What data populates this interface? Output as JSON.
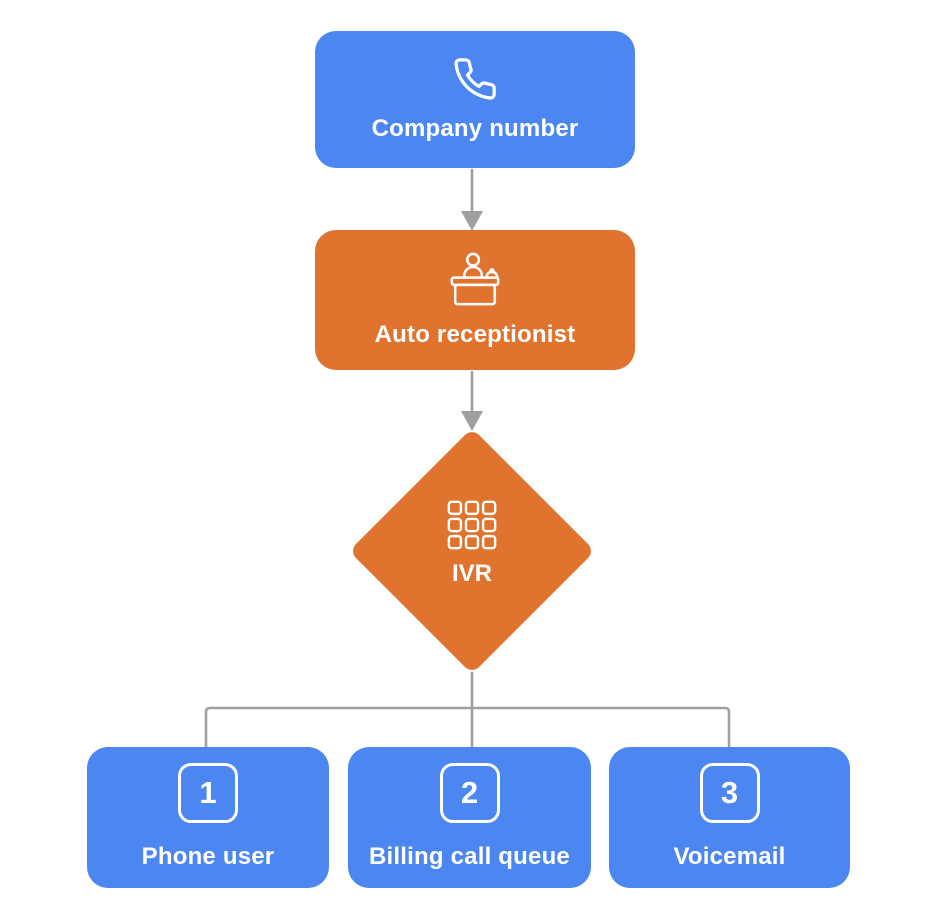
{
  "diagram": {
    "type": "flowchart",
    "colors": {
      "node_blue": "#4c86f0",
      "node_orange": "#e0732e",
      "connector_gray": "#a0a0a0",
      "text_white": "#ffffff",
      "background": "#ffffff"
    },
    "nodes": {
      "company_number": {
        "label": "Company number",
        "icon": "phone-icon",
        "shape": "rounded-rect",
        "color": "blue"
      },
      "auto_receptionist": {
        "label": "Auto receptionist",
        "icon": "reception-desk-icon",
        "shape": "rounded-rect",
        "color": "orange"
      },
      "ivr": {
        "label": "IVR",
        "icon": "keypad-icon",
        "shape": "diamond",
        "color": "orange"
      },
      "phone_user": {
        "label": "Phone user",
        "badge": "1",
        "shape": "rounded-rect",
        "color": "blue"
      },
      "billing_call_queue": {
        "label": "Billing call queue",
        "badge": "2",
        "shape": "rounded-rect",
        "color": "blue"
      },
      "voicemail": {
        "label": "Voicemail",
        "badge": "3",
        "shape": "rounded-rect",
        "color": "blue"
      }
    },
    "edges": [
      {
        "from": "company_number",
        "to": "auto_receptionist",
        "type": "arrow"
      },
      {
        "from": "auto_receptionist",
        "to": "ivr",
        "type": "arrow"
      },
      {
        "from": "ivr",
        "to": "phone_user",
        "type": "elbow-line"
      },
      {
        "from": "ivr",
        "to": "billing_call_queue",
        "type": "straight-line"
      },
      {
        "from": "ivr",
        "to": "voicemail",
        "type": "elbow-line"
      }
    ]
  }
}
